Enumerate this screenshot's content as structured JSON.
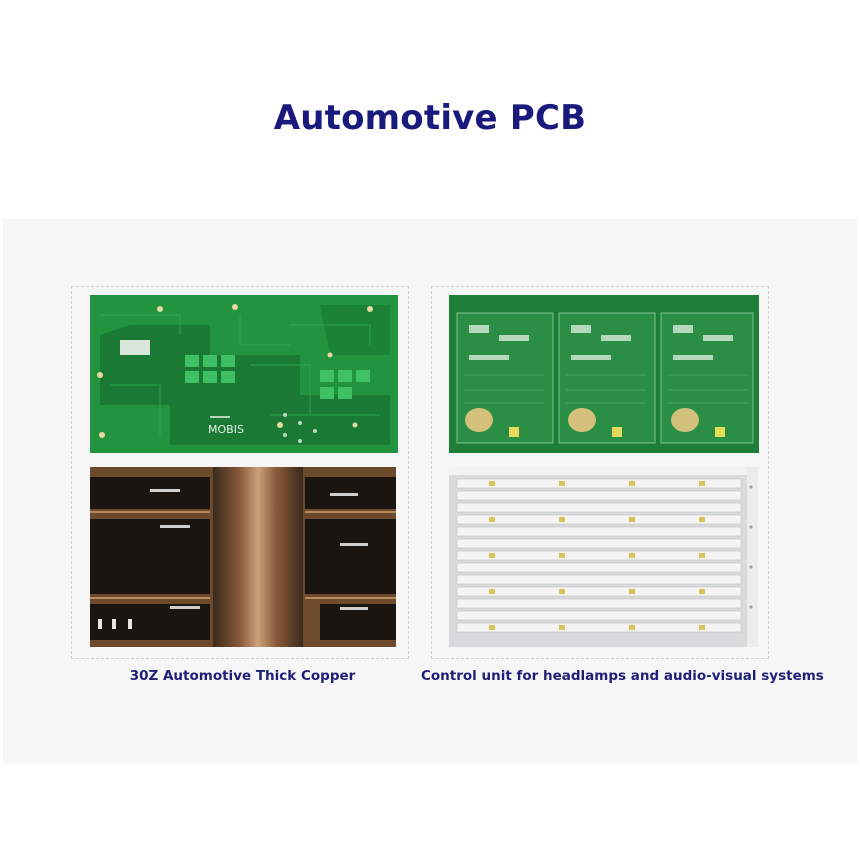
{
  "page": {
    "title": "Automotive PCB"
  },
  "cards": [
    {
      "caption": "30Z Automotive Thick Copper",
      "images": [
        {
          "subject": "green-pcb-board",
          "brand_text": "MOBIS"
        },
        {
          "subject": "copper-cross-section"
        }
      ]
    },
    {
      "caption": "Control unit for headlamps and audio-visual systems",
      "images": [
        {
          "subject": "green-pcb-panel"
        },
        {
          "subject": "white-led-strip-panel"
        }
      ]
    }
  ],
  "colors": {
    "title": "#1a1a7c",
    "caption": "#1f1f78",
    "panel_bg": "#f6f6f6",
    "pcb_green": "#1f8a3a"
  }
}
